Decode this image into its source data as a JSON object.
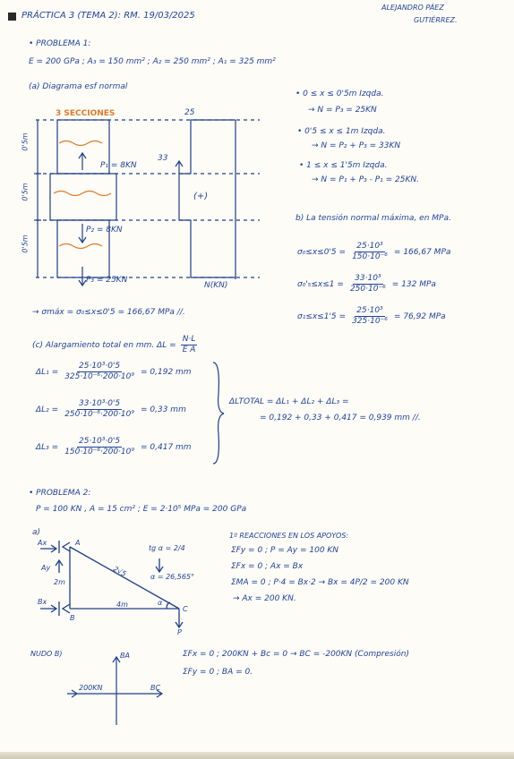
{
  "header": {
    "title": "PRÁCTICA 3 (TEMA 2): RM. 19/03/2025",
    "author_line1": "ALEJANDRO PÁEZ",
    "author_line2": "GUTIÉRREZ."
  },
  "problema1": {
    "heading": "• PROBLEMA 1:",
    "given": "E = 200 GPa ; A₃ = 150 mm² ; A₂ = 250 mm² ; A₁ = 325 mm²",
    "part_a": "(a) Diagrama esf normal",
    "diagram": {
      "sections_label": "3 SECCIONES",
      "top_value": "25",
      "mid_value": "33",
      "sign": "(+)",
      "axis_label": "N(KN)",
      "seg1": "0'5m",
      "seg2": "0'5m",
      "seg3": "0'5m",
      "p1": "P₁ = 8KN",
      "p2": "P₂ = 8KN",
      "p3": "P₃ = 25KN"
    },
    "ranges": [
      {
        "interval": "• 0 ≤ x ≤ 0'5m Izqda.",
        "result": "→ N = P₃ = 25KN"
      },
      {
        "interval": "• 0'5 ≤ x ≤ 1m Izqda.",
        "result": "→ N = P₂ + P₃ = 33KN"
      },
      {
        "interval": "• 1 ≤ x ≤ 1'5m Izqda.",
        "result": "→ N = P₁ + P₃ - P₁ = 25KN."
      }
    ],
    "part_b": "b) La tensión normal máxima, en MPa.",
    "stresses": [
      {
        "label": "σ₀≤x≤0'5 =",
        "num": "25·10³",
        "den": "150·10⁻⁶",
        "result": "= 166,67 MPa"
      },
      {
        "label": "σ₀'₅≤x≤1 =",
        "num": "33·10³",
        "den": "250·10⁻⁶",
        "result": "= 132 MPa"
      },
      {
        "label": "σ₁≤x≤1'5 =",
        "num": "25·10³",
        "den": "325·10⁻⁶",
        "result": "= 76,92 MPa"
      }
    ],
    "sigma_max": "→ σmáx = σ₀≤x≤0'5 = 166,67 MPa //.",
    "part_c": "(c) Alargamiento total en mm.  ΔL =",
    "part_c_frac": {
      "num": "N·L",
      "den": "E A"
    },
    "elongations": [
      {
        "label": "ΔL₁ =",
        "num": "25·10³·0'5",
        "den": "325·10⁻⁶·200·10⁹",
        "result": "= 0,192 mm"
      },
      {
        "label": "ΔL₂ =",
        "num": "33·10³·0'5",
        "den": "250·10⁻⁶·200·10⁹",
        "result": "= 0,33 mm"
      },
      {
        "label": "ΔL₃ =",
        "num": "25·10³·0'5",
        "den": "150·10⁻⁶·200·10⁹",
        "result": "= 0,417 mm"
      }
    ],
    "total_line1": "ΔLTOTAL = ΔL₁ + ΔL₂ + ΔL₃ =",
    "total_line2": "= 0,192 + 0,33 + 0,417 = 0,939 mm //."
  },
  "problema2": {
    "heading": "• PROBLEMA 2:",
    "given": "P = 100 KN , A = 15 cm² ; E = 2·10⁵ MPa = 200 GPa",
    "part_a": "a)",
    "truss": {
      "A": "A",
      "B": "B",
      "C": "C",
      "ax": "Ax",
      "ay": "Ay",
      "bx": "Bx",
      "left_len": "2m",
      "bottom_len": "4m",
      "hyp_len": "2√5",
      "alpha": "α",
      "tg": "tg α = 2/4",
      "alpha_value": "α = 26,565°",
      "p": "P"
    },
    "reactions_title": "1º REACCIONES EN LOS APOYOS:",
    "reactions": [
      "ΣFy = 0 ; P = Ay = 100 KN",
      "ΣFx = 0 ; Ax = Bx",
      "ΣMA = 0 ; P·4 = Bx·2 → Bx = 4P/2 = 200 KN",
      "→ Ax = 200 KN."
    ],
    "node_b_label": "NUDO B)",
    "node_b": {
      "ba": "BA",
      "bc": "BC",
      "left": "200KN"
    },
    "node_eqs": [
      "ΣFx = 0 ; 200KN + Bc = 0 → BC = -200KN (Compresión)",
      "ΣFy = 0 ; BA = 0."
    ]
  }
}
